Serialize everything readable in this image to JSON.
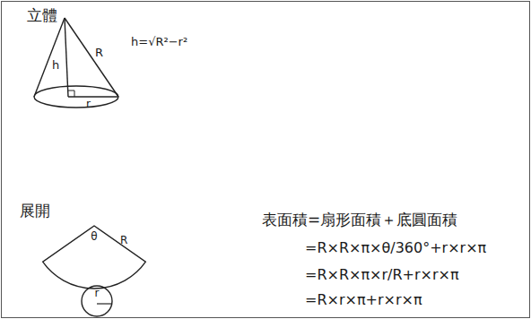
{
  "diagram": {
    "nodes": [
      {
        "text": [
          "θ"
        ]
      },
      {
        "text": [
          "r"
        ]
      }
    ],
    "labels": [
      "立體",
      "h",
      "R",
      "r",
      "h=√R²−r²",
      "展開",
      "R",
      "表面積=扇形面積＋底圓面積",
      "=R×R×π×θ/360°+r×r×π",
      "=R×R×π×r/R+r×r×π",
      "=R×r×π+r×r×π"
    ]
  }
}
